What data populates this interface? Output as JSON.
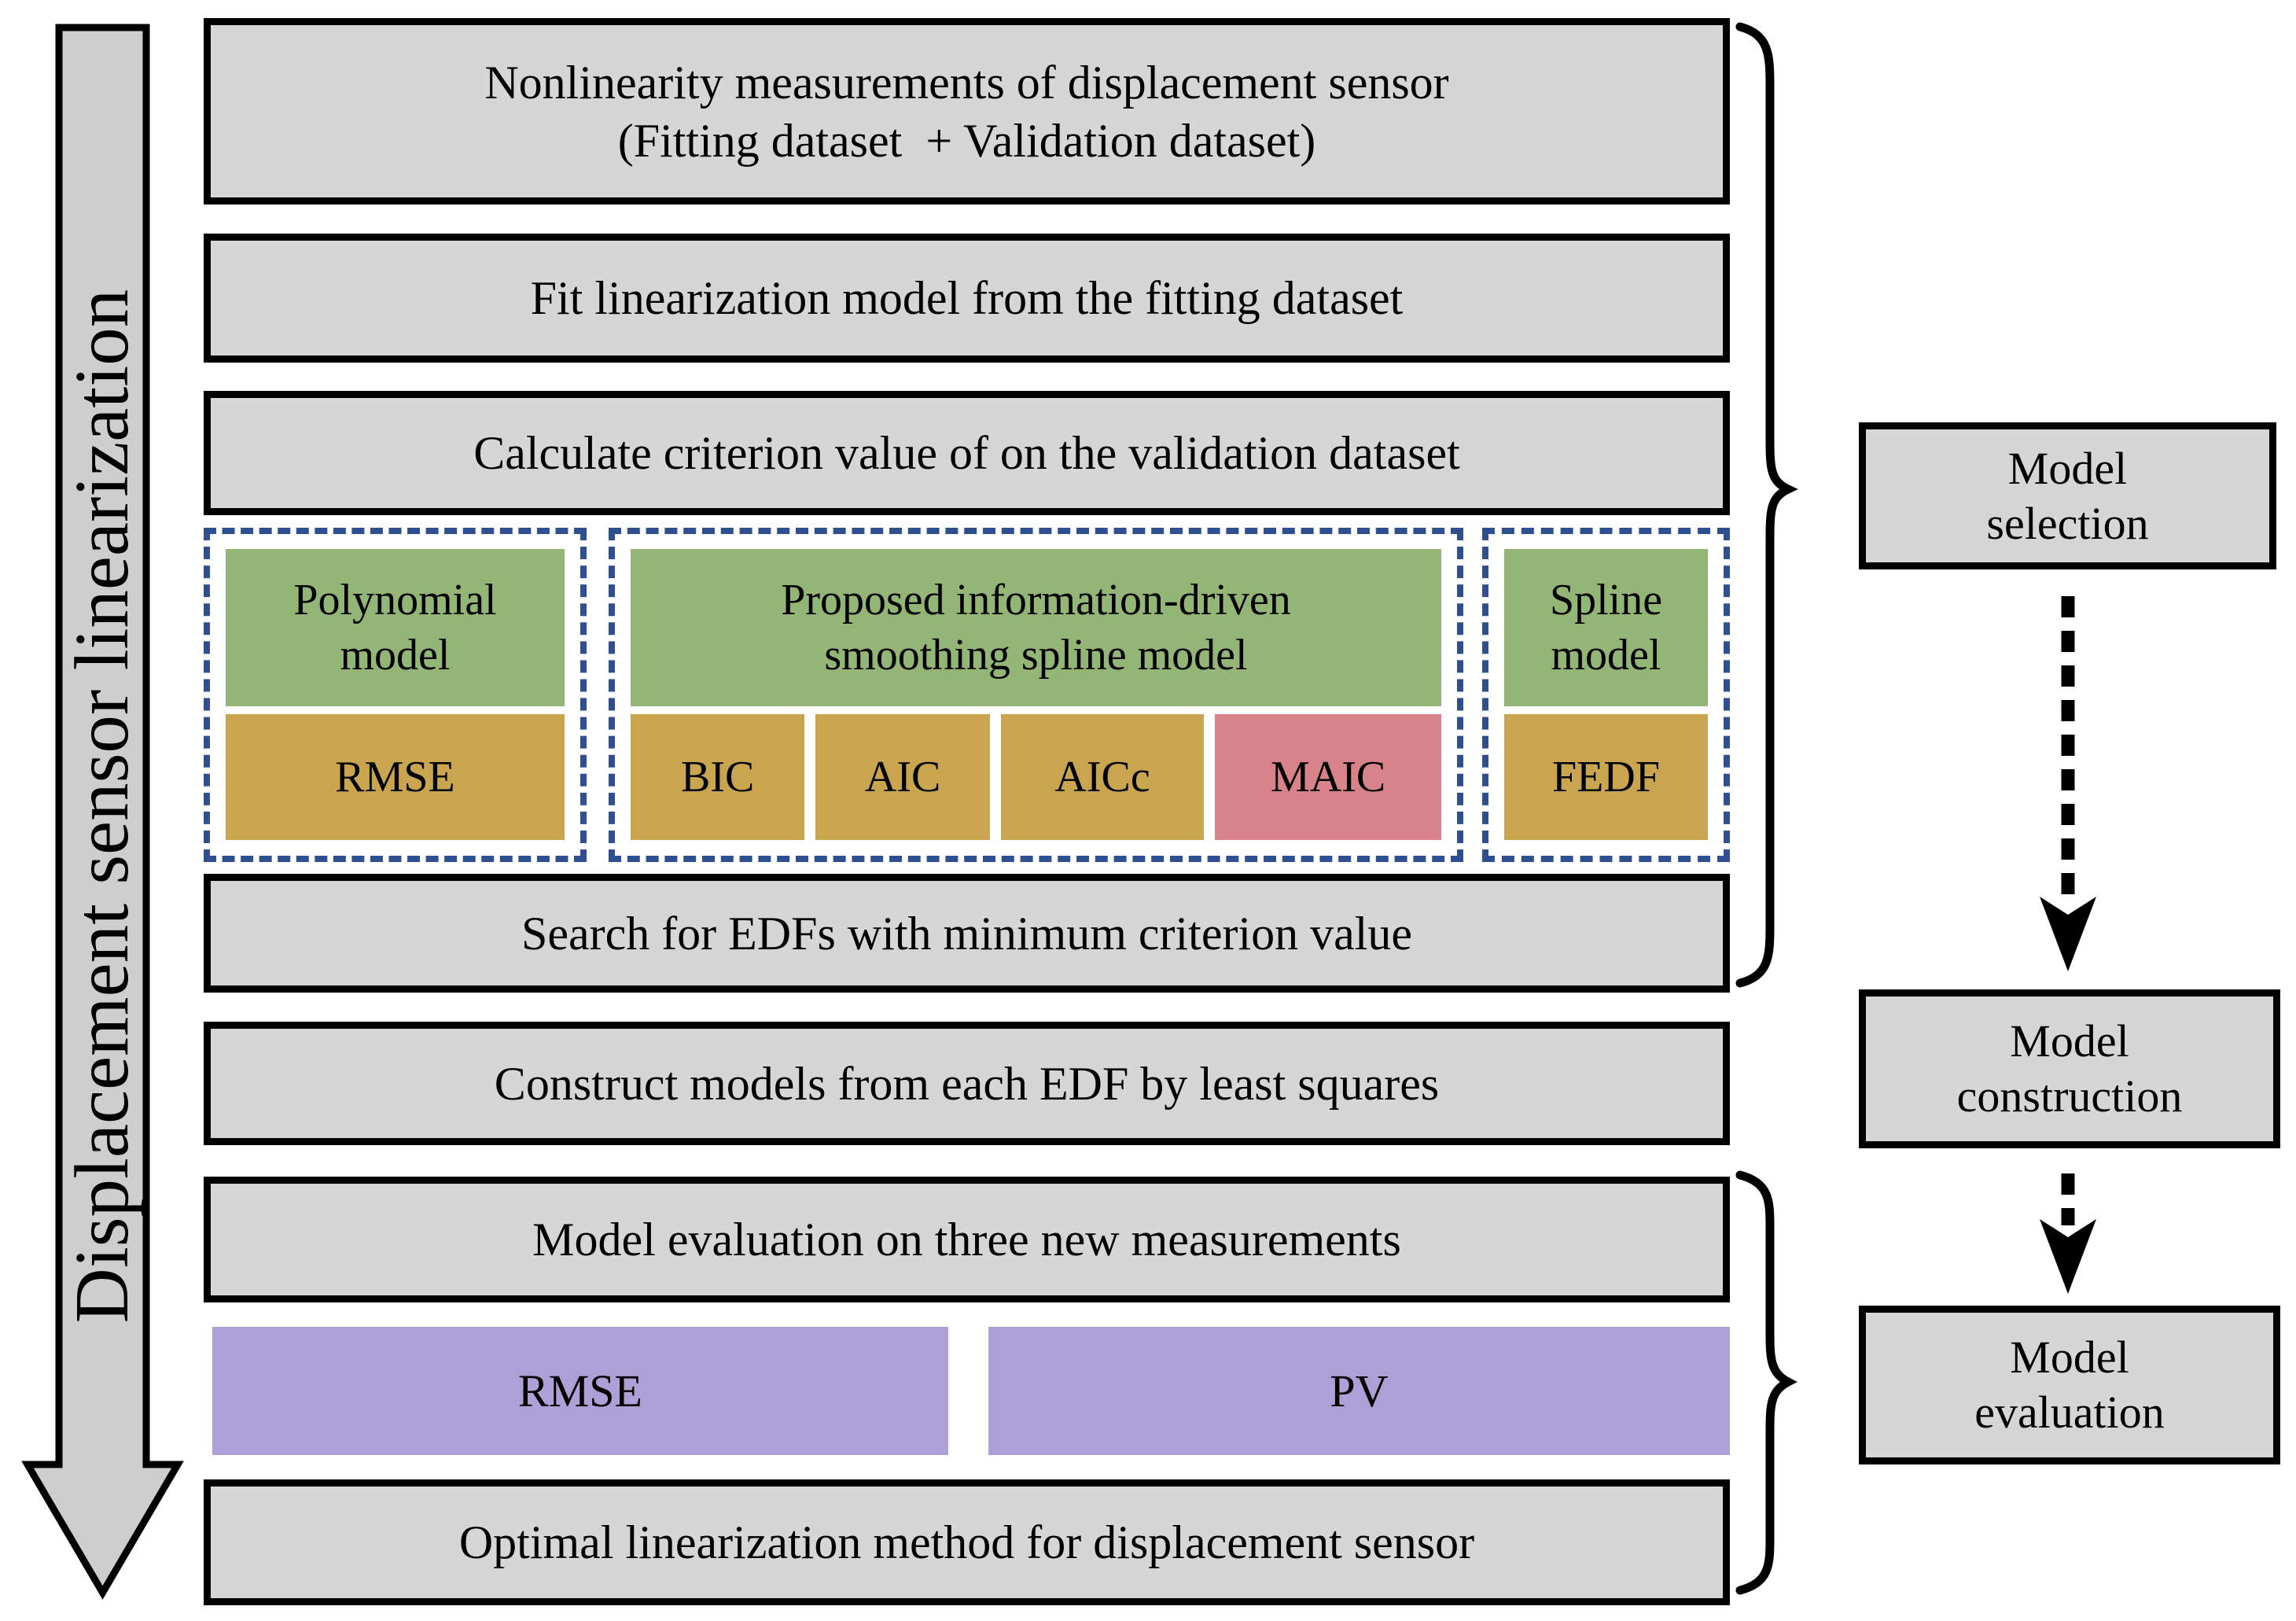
{
  "title": "Displacement sensor linearization flowchart",
  "colors": {
    "ink": "#000000",
    "box-gray": "#d6d6d6",
    "arrow-gray": "#cecece",
    "green": "#93b575",
    "gold": "#c9a550",
    "red": "#d8838a",
    "purple": "#ada0d6",
    "dash-blue": "#2e5090",
    "bg": "#ffffff"
  },
  "left_arrow": {
    "label": "Displacement sensor linearization"
  },
  "flow": {
    "step1_line1": "Nonlinearity measurements of displacement sensor",
    "step1_line2": "(Fitting dataset  + Validation dataset)",
    "step2": "Fit linearization model from the fitting dataset",
    "step3": "Calculate criterion value of on the validation dataset",
    "step4": "Search for EDFs with minimum criterion value",
    "step5": "Construct models from each EDF by least squares",
    "step6": "Model evaluation on three new measurements",
    "step7": "Optimal linearization method for displacement sensor"
  },
  "model_groups": [
    {
      "name": "polynomial",
      "model_lines": [
        "Polynomial",
        "model"
      ],
      "criteria": [
        {
          "label": "RMSE",
          "highlight": false
        }
      ]
    },
    {
      "name": "proposed-information-driven-smoothing-spline",
      "model_lines": [
        "Proposed information-driven",
        "smoothing spline model"
      ],
      "criteria": [
        {
          "label": "BIC",
          "highlight": false
        },
        {
          "label": "AIC",
          "highlight": false
        },
        {
          "label": "AICc",
          "highlight": false
        },
        {
          "label": "MAIC",
          "highlight": true
        }
      ]
    },
    {
      "name": "spline",
      "model_lines": [
        "Spline",
        "model"
      ],
      "criteria": [
        {
          "label": "FEDF",
          "highlight": false
        }
      ]
    }
  ],
  "evaluation_metrics": [
    {
      "label": "RMSE"
    },
    {
      "label": "PV"
    }
  ],
  "stages": [
    {
      "line1": "Model",
      "line2": "selection"
    },
    {
      "line1": "Model",
      "line2": "construction"
    },
    {
      "line1": "Model",
      "line2": "evaluation"
    }
  ]
}
